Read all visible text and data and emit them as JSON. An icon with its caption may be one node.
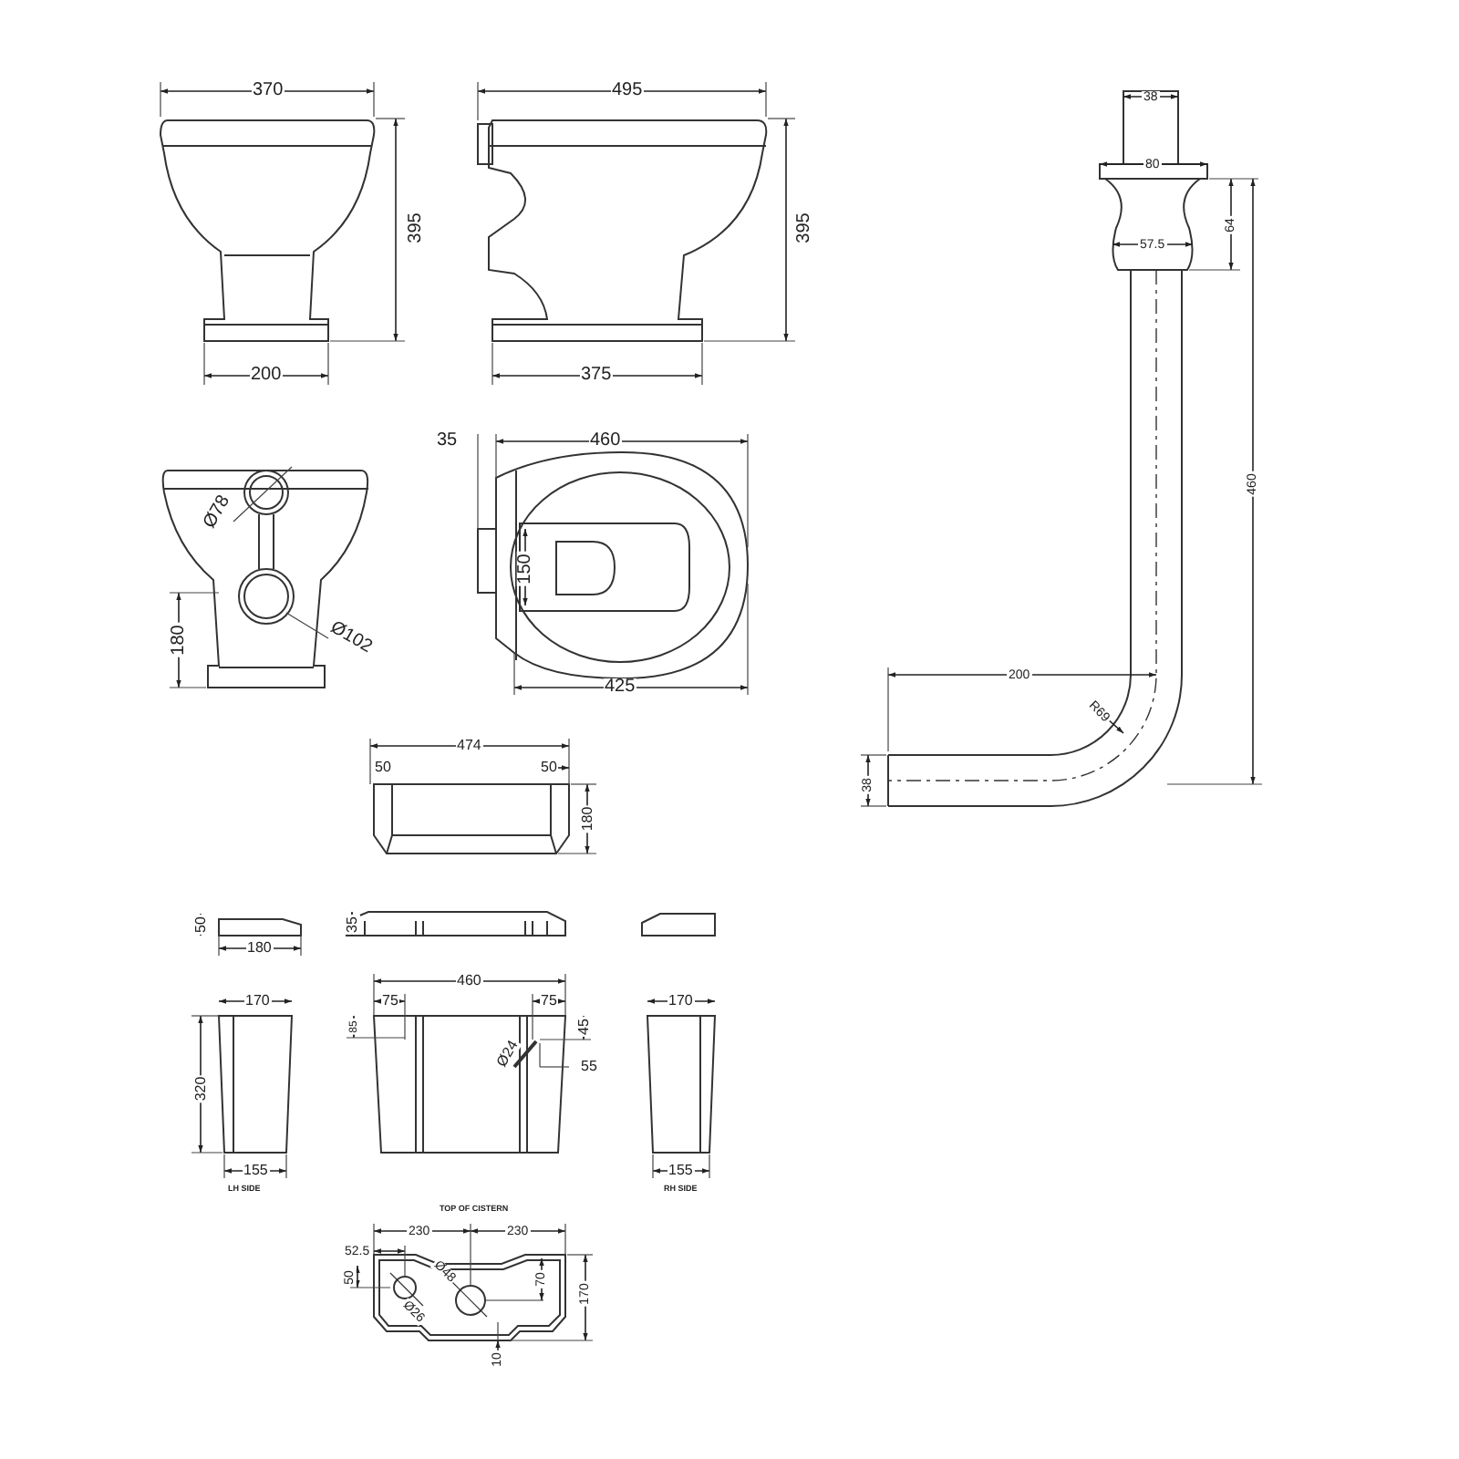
{
  "diagram": {
    "labels": [
      "370",
      "495",
      "395",
      "395",
      "200",
      "375",
      "38",
      "80",
      "64",
      "57.5",
      "460",
      "200",
      "R69",
      "38",
      "35",
      "460",
      "Ø78",
      "150",
      "180",
      "Ø102",
      "425",
      "474",
      "50",
      "50",
      "180",
      "50",
      "35",
      "180",
      "170",
      "460",
      "75",
      "75",
      "85",
      "45",
      "Ø24",
      "55",
      "320",
      "170",
      "155",
      "LH SIDE",
      "155",
      "RH SIDE",
      "TOP OF CISTERN",
      "230",
      "230",
      "52.5",
      "Ø48",
      "50",
      "70",
      "Ø26",
      "170",
      "10"
    ]
  }
}
